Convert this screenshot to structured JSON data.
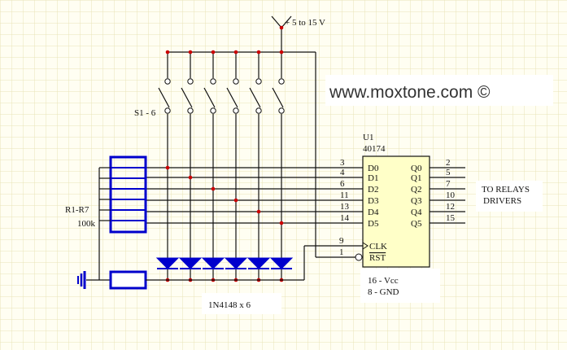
{
  "watermark": "www.moxtone.com ©",
  "supply": {
    "label": "+ 5 to 15 V"
  },
  "switches": {
    "label": "S1 - 6"
  },
  "resistors": {
    "label_ref": "R1-R7",
    "label_value": "100k"
  },
  "diodes": {
    "label": "1N4148 x 6"
  },
  "ic": {
    "ref": "U1",
    "part": "40174",
    "inputs": [
      "D0",
      "D1",
      "D2",
      "D3",
      "D4",
      "D5"
    ],
    "input_pins": [
      "3",
      "4",
      "6",
      "11",
      "13",
      "14"
    ],
    "outputs": [
      "Q0",
      "Q1",
      "Q2",
      "Q3",
      "Q4",
      "Q5"
    ],
    "output_pins": [
      "2",
      "5",
      "7",
      "10",
      "12",
      "15"
    ],
    "clk": {
      "label": "CLK",
      "pin": "9"
    },
    "rst": {
      "label": "RST",
      "pin": "1"
    },
    "power_note": [
      "16 - Vcc",
      "8 - GND"
    ]
  },
  "relays": {
    "line1": "TO RELAYS",
    "line2": "DRIVERS"
  },
  "colors": {
    "wire": "#111111",
    "component": "#0000cc",
    "junction": "#cc0000",
    "grid": "#e8e4b8",
    "background": "#fffef2"
  }
}
